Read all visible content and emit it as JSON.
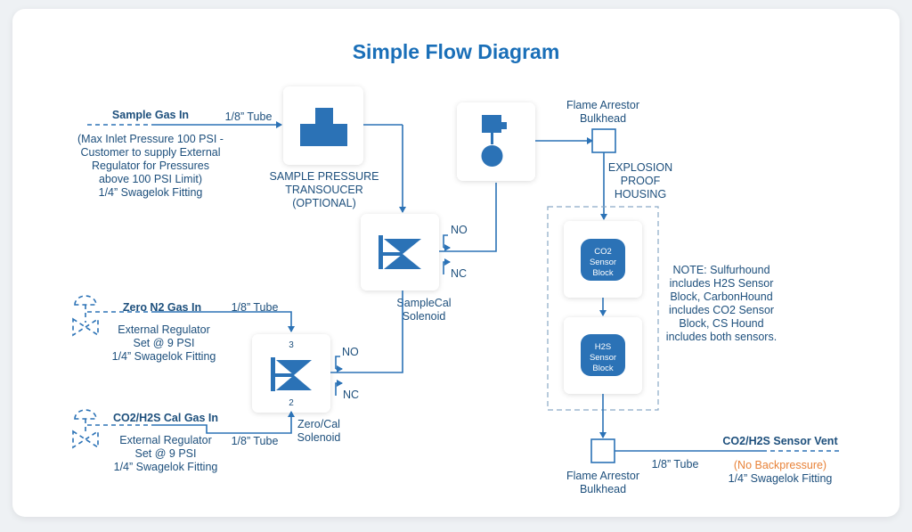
{
  "title": "Simple Flow Diagram",
  "sample_gas": {
    "label": "Sample Gas In",
    "tube": "1/8” Tube",
    "notes": [
      "(Max Inlet Pressure 100 PSI -",
      "Customer to supply External",
      "Regulator for Pressures",
      "above 100  PSI Limit)",
      "1/4” Swagelok Fitting"
    ]
  },
  "transducer": {
    "lines": [
      "SAMPLE PRESSURE",
      "TRANSOUCER",
      "(OPTIONAL)"
    ]
  },
  "samplecal": {
    "lines": [
      "SampleCal",
      "Solenoid"
    ],
    "no": "NO",
    "nc": "NC"
  },
  "zerocal": {
    "lines": [
      "Zero/Cal",
      "Solenoid"
    ],
    "port_top": "3",
    "port_bottom": "2",
    "no": "NO",
    "nc": "NC"
  },
  "zero_n2": {
    "label": "Zero N2 Gas In",
    "tube": "1/8” Tube",
    "notes": [
      "External Regulator",
      "Set @ 9 PSI",
      "1/4” Swagelok Fitting"
    ]
  },
  "cal_gas": {
    "label": "CO2/H2S Cal Gas In",
    "tube": "1/8” Tube",
    "notes": [
      "External Regulator",
      "Set @ 9 PSI",
      "1/4” Swagelok Fitting"
    ]
  },
  "arrestor_top": {
    "lines": [
      "Flame Arrestor",
      "Bulkhead"
    ]
  },
  "housing": {
    "lines": [
      "EXPLOSION",
      "PROOF",
      "HOUSING"
    ]
  },
  "co2_block": {
    "lines": [
      "CO2",
      "Sensor",
      "Block"
    ]
  },
  "h2s_block": {
    "lines": [
      "H2S",
      "Sensor",
      "Block"
    ]
  },
  "note": {
    "lines": [
      "NOTE: Sulfurhound",
      "includes H2S Sensor",
      "Block, CarbonHound",
      "includes CO2 Sensor",
      "Block, CS Hound",
      "includes both sensors."
    ]
  },
  "arrestor_bottom": {
    "lines": [
      "Flame Arrestor",
      "Bulkhead"
    ]
  },
  "vent": {
    "label": "CO2/H2S Sensor Vent",
    "tube": "1/8” Tube",
    "backpressure": "(No Backpressure)",
    "fitting": "1/4” Swagelok Fitting"
  }
}
